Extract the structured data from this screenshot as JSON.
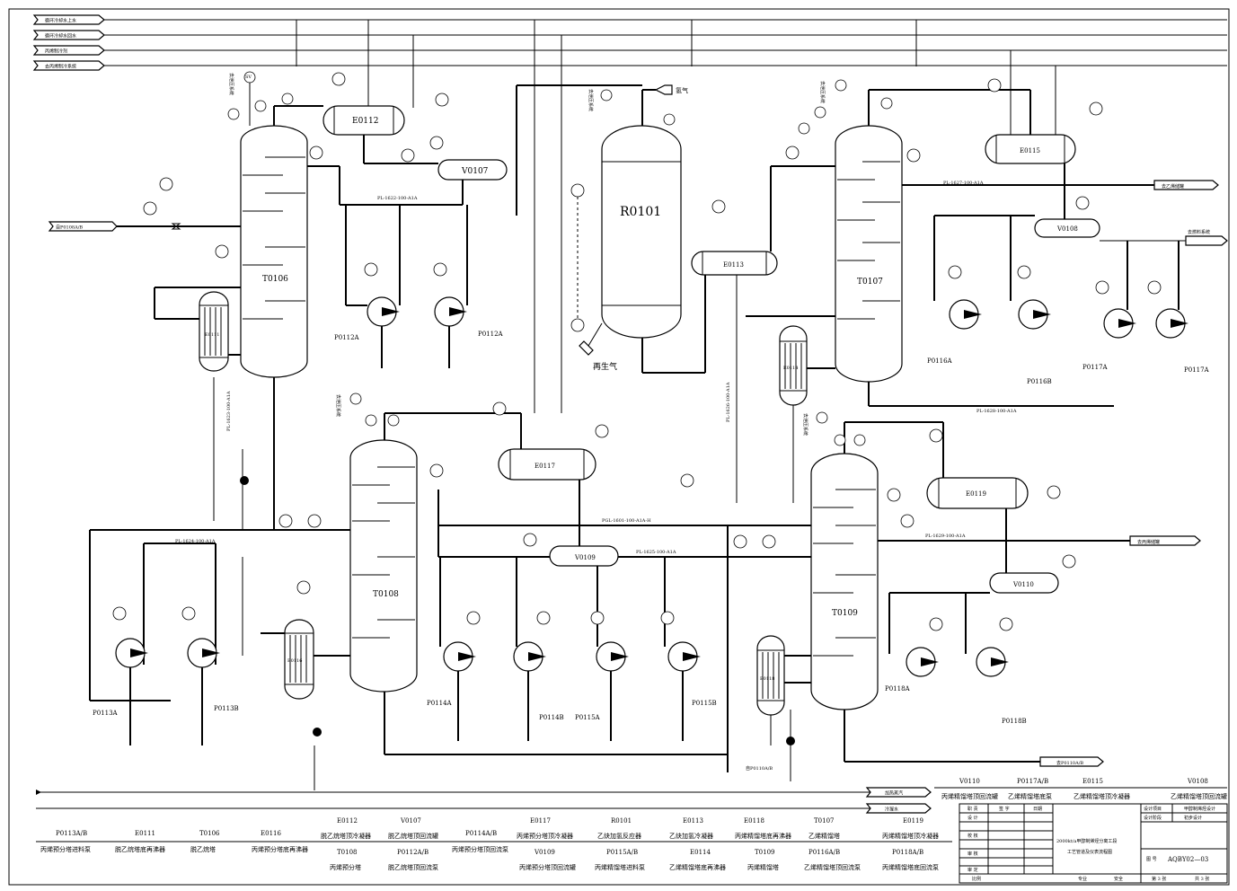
{
  "utilities": {
    "top": [
      "循环冷却水上水",
      "循环冷却水回水",
      "丙烯制冷剂",
      "去丙烯制冷系统"
    ],
    "bottom": [
      "加热蒸汽",
      "冷凝水"
    ]
  },
  "columns": [
    {
      "tag": "T0106"
    },
    {
      "tag": "T0108"
    },
    {
      "tag": "T0107"
    },
    {
      "tag": "T0109"
    }
  ],
  "reactor": {
    "tag": "R0101",
    "regen_gas": "再生气",
    "hydrogen": "氢气",
    "safety_valve": "去泄压系统"
  },
  "exchangers": [
    "E0112",
    "E0111",
    "E0113",
    "E0114",
    "E0115",
    "E0116",
    "E0117",
    "E0118",
    "E0119"
  ],
  "vessels": [
    "V0107",
    "V0108",
    "V0109",
    "V0110"
  ],
  "pumps": [
    "P0112A",
    "P0112A",
    "P0113A",
    "P0113B",
    "P0114A",
    "P0114B",
    "P0115A",
    "P0115B",
    "P0116A",
    "P0116B",
    "P0117A",
    "P0117A",
    "P0118A",
    "P0118B"
  ],
  "lines": {
    "l1622": "PL-1622-100-A1A",
    "l1623": "PL-1623-100-A1A",
    "l1624": "PL-1624-100-A1A",
    "l1601": "PGL-1601-100-A1A-H",
    "l1625": "PL-1625-100-A1A",
    "l1626": "PL-1626-100-A1A",
    "l1627": "PL-1627-100-A1A",
    "l1628": "PL-1628-100-A1A",
    "l1629": "PL-1629-100-A1A"
  },
  "offpage": {
    "from_p0108": "自P0108A/B",
    "to_ethylene": "去乙烯储罐",
    "to_propylene": "去丙烯储罐",
    "to_fuel": "去燃料系统",
    "to_p0110": "去P0110A/B",
    "from_p0110": "自P0110A/B",
    "relief": "去泄压系统"
  },
  "legend_top": [
    {
      "tag": "V0110",
      "desc": "丙烯精馏塔顶回流罐"
    },
    {
      "tag": "P0117A/B",
      "desc": "乙烯精馏塔底泵"
    },
    {
      "tag": "E0115",
      "desc": "乙烯精馏塔顶冷凝器"
    },
    {
      "tag": "V0108",
      "desc": "乙烯精馏塔顶回流罐"
    }
  ],
  "legend_bottom": [
    {
      "tag": "P0113A/B",
      "desc": "丙烯预分塔进料泵"
    },
    {
      "tag": "E0111",
      "desc": "脱乙烷塔底再沸器"
    },
    {
      "tag": "T0106",
      "desc": "脱乙烷塔"
    },
    {
      "tag": "E0116",
      "desc": "丙烯预分塔底再沸器"
    },
    {
      "tag": "E0112",
      "desc": "脱乙烷塔顶冷凝器",
      "tag2": "T0108",
      "desc2": "丙烯预分塔"
    },
    {
      "tag": "V0107",
      "desc": "脱乙烷塔顶回流罐",
      "tag2": "P0112A/B",
      "desc2": "脱乙烷塔顶回流泵"
    },
    {
      "tag": "P0114A/B",
      "desc": "丙烯预分塔顶回流泵"
    },
    {
      "tag": "E0117",
      "desc": "丙烯预分塔顶冷凝器",
      "tag2": "V0109",
      "desc2": "丙烯预分塔顶回流罐"
    },
    {
      "tag": "R0101",
      "desc": "乙炔加氢反应器",
      "tag2": "P0115A/B",
      "desc2": "丙烯精馏塔进料泵"
    },
    {
      "tag": "E0113",
      "desc": "乙炔加氢冷凝器",
      "tag2": "E0114",
      "desc2": "乙烯精馏塔底再沸器"
    },
    {
      "tag": "E0118",
      "desc": "丙烯精馏塔底再沸器",
      "tag2": "T0109",
      "desc2": "丙烯精馏塔"
    },
    {
      "tag": "T0107",
      "desc": "乙烯精馏塔",
      "tag2": "P0116A/B",
      "desc2": "乙烯精馏塔顶回流泵"
    },
    {
      "tag": "E0119",
      "desc": "丙烯精馏塔顶冷凝器",
      "tag2": "P0118A/B",
      "desc2": "丙烯精馏塔底回流泵"
    }
  ],
  "title_block": {
    "title1": "2000kt/a甲醇制烯烃分离工段",
    "title2": "工艺管道及仪表流程图",
    "roles": [
      "职 责",
      "设 计",
      "校 核",
      "审 核",
      "审 定"
    ],
    "sign": "签 字",
    "date": "日期",
    "proj1_label": "设计项目",
    "proj1_value": "甲醇制烯烃设计",
    "proj2_label": "设计阶段",
    "proj2_value": "初步设计",
    "drawing_no_label": "图 号",
    "drawing_no": "AQBY02—03",
    "ratio": "比例",
    "major": "专业",
    "safety": "安全",
    "sheet": "第 3 张",
    "total": "共 3 张"
  }
}
